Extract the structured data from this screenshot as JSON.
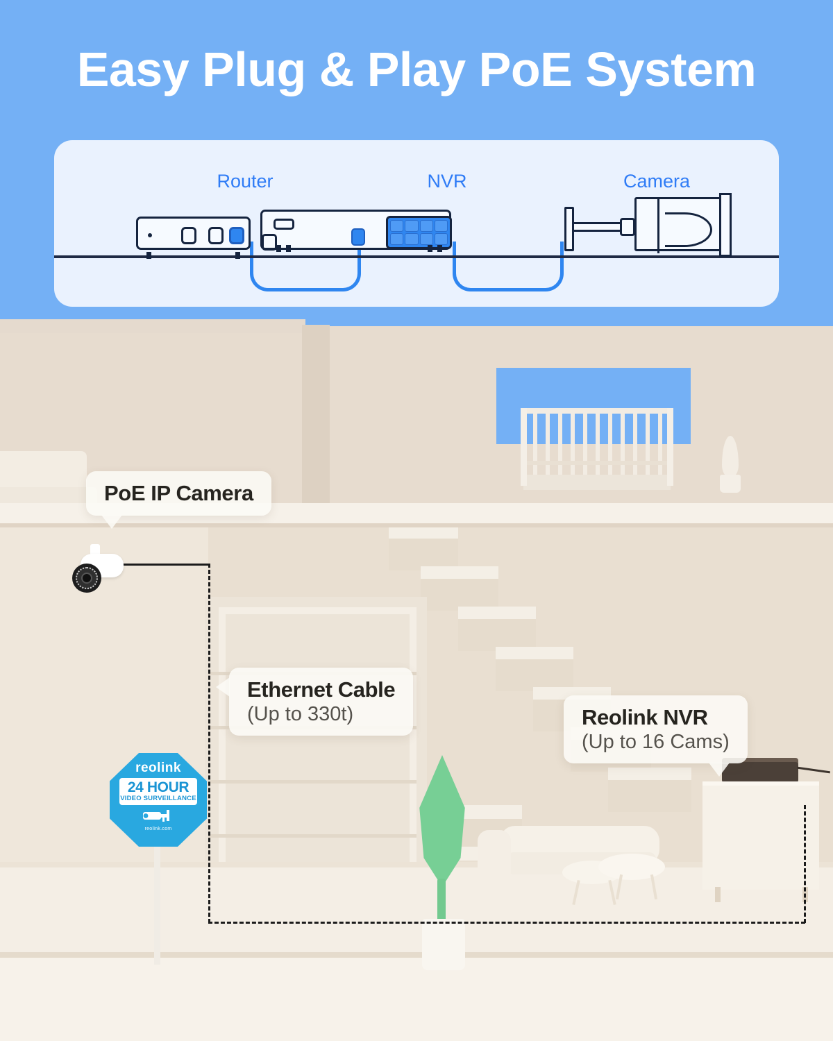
{
  "banner": {
    "title": "Easy Plug & Play PoE System",
    "bg_color": "#74b0f5",
    "title_color": "#ffffff"
  },
  "diagram": {
    "card_bg": "#eaf2fe",
    "label_color": "#2f7cf6",
    "cable_color": "#2f86f0",
    "outline_color": "#15243f",
    "devices": [
      {
        "label": "Router",
        "icon": "router-icon"
      },
      {
        "label": "NVR",
        "icon": "nvr-icon"
      },
      {
        "label": "Camera",
        "icon": "bullet-camera-icon"
      }
    ],
    "poe_port_count": 8
  },
  "scene": {
    "callouts": [
      {
        "id": "poe-ip-camera",
        "title": "PoE IP Camera",
        "sub": ""
      },
      {
        "id": "ethernet-cable",
        "title": "Ethernet Cable",
        "sub": "(Up to 330t)"
      },
      {
        "id": "reolink-nvr",
        "title": "Reolink NVR",
        "sub": "(Up to 16 Cams)"
      }
    ],
    "sign": {
      "brand": "reolink",
      "headline": "24 HOUR",
      "subline": "VIDEO SURVEILLANCE",
      "url": "reolink.com",
      "icon": "surveillance-camera-icon",
      "color": "#29a8e0",
      "text_color": "#1a94d4"
    },
    "objects": [
      {
        "name": "wall-camera",
        "icon": "bullet-camera-icon"
      },
      {
        "name": "nvr-device",
        "icon": "nvr-box-icon"
      },
      {
        "name": "staircase",
        "icon": "stairs-icon"
      },
      {
        "name": "window",
        "icon": "window-icon"
      },
      {
        "name": "crib-railing",
        "icon": "railing-icon"
      },
      {
        "name": "topiary-plant",
        "icon": "plant-icon"
      },
      {
        "name": "leaf-plant",
        "icon": "leaf-plant-icon"
      },
      {
        "name": "sofa",
        "icon": "sofa-icon"
      },
      {
        "name": "coffee-table",
        "icon": "table-icon"
      },
      {
        "name": "cabinet",
        "icon": "cabinet-icon"
      }
    ],
    "colors": {
      "wall": "#e9dfd1",
      "floor": "#f4eee5",
      "stair": "#f4efe6",
      "back_wall": "#d8c8b4",
      "cable_line": "#1b1b1b",
      "leaf_green": "#77cf95"
    }
  }
}
